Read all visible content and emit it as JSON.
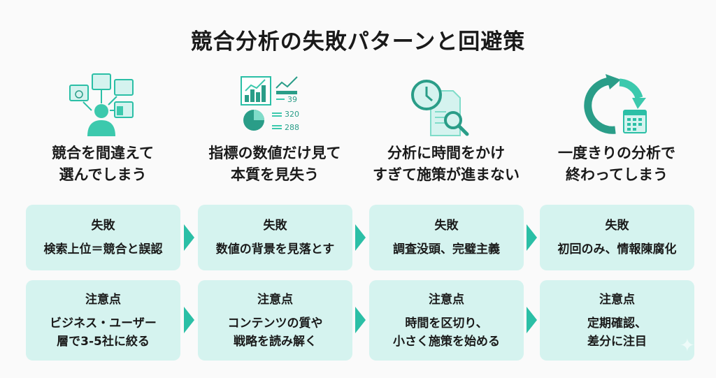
{
  "title": "競合分析の失敗パターンと回避策",
  "colors": {
    "accent": "#2bbfa6",
    "accent_dark": "#2a9d88",
    "box_bg": "#d5f3ef",
    "background": "#fafafa"
  },
  "columns": [
    {
      "icon": "user-websites-icon",
      "heading": [
        "競合を間違えて",
        "選んでしまう"
      ],
      "fail_label": "失敗",
      "fail_text": "検索上位＝競合と誤認",
      "note_label": "注意点",
      "note_text": [
        "ビジネス・ユーザー",
        "層で3-5社に絞る"
      ]
    },
    {
      "icon": "metrics-dashboard-icon",
      "heading": [
        "指標の数値だけ見て",
        "本質を見失う"
      ],
      "icon_numbers": [
        "39",
        "320",
        "288"
      ],
      "fail_label": "失敗",
      "fail_text": "数値の背景を見落とす",
      "note_label": "注意点",
      "note_text": [
        "コンテンツの質や",
        "戦略を読み解く"
      ]
    },
    {
      "icon": "clock-document-search-icon",
      "heading": [
        "分析に時間をかけ",
        "すぎて施策が進まない"
      ],
      "fail_label": "失敗",
      "fail_text": "調査没頭、完璧主義",
      "note_label": "注意点",
      "note_text": [
        "時間を区切り、",
        "小さく施策を始める"
      ]
    },
    {
      "icon": "cycle-calendar-icon",
      "heading": [
        "一度きりの分析で",
        "終わってしまう"
      ],
      "fail_label": "失敗",
      "fail_text": "初回のみ、情報陳腐化",
      "note_label": "注意点",
      "note_text": [
        "定期確認、",
        "差分に注目"
      ]
    }
  ]
}
